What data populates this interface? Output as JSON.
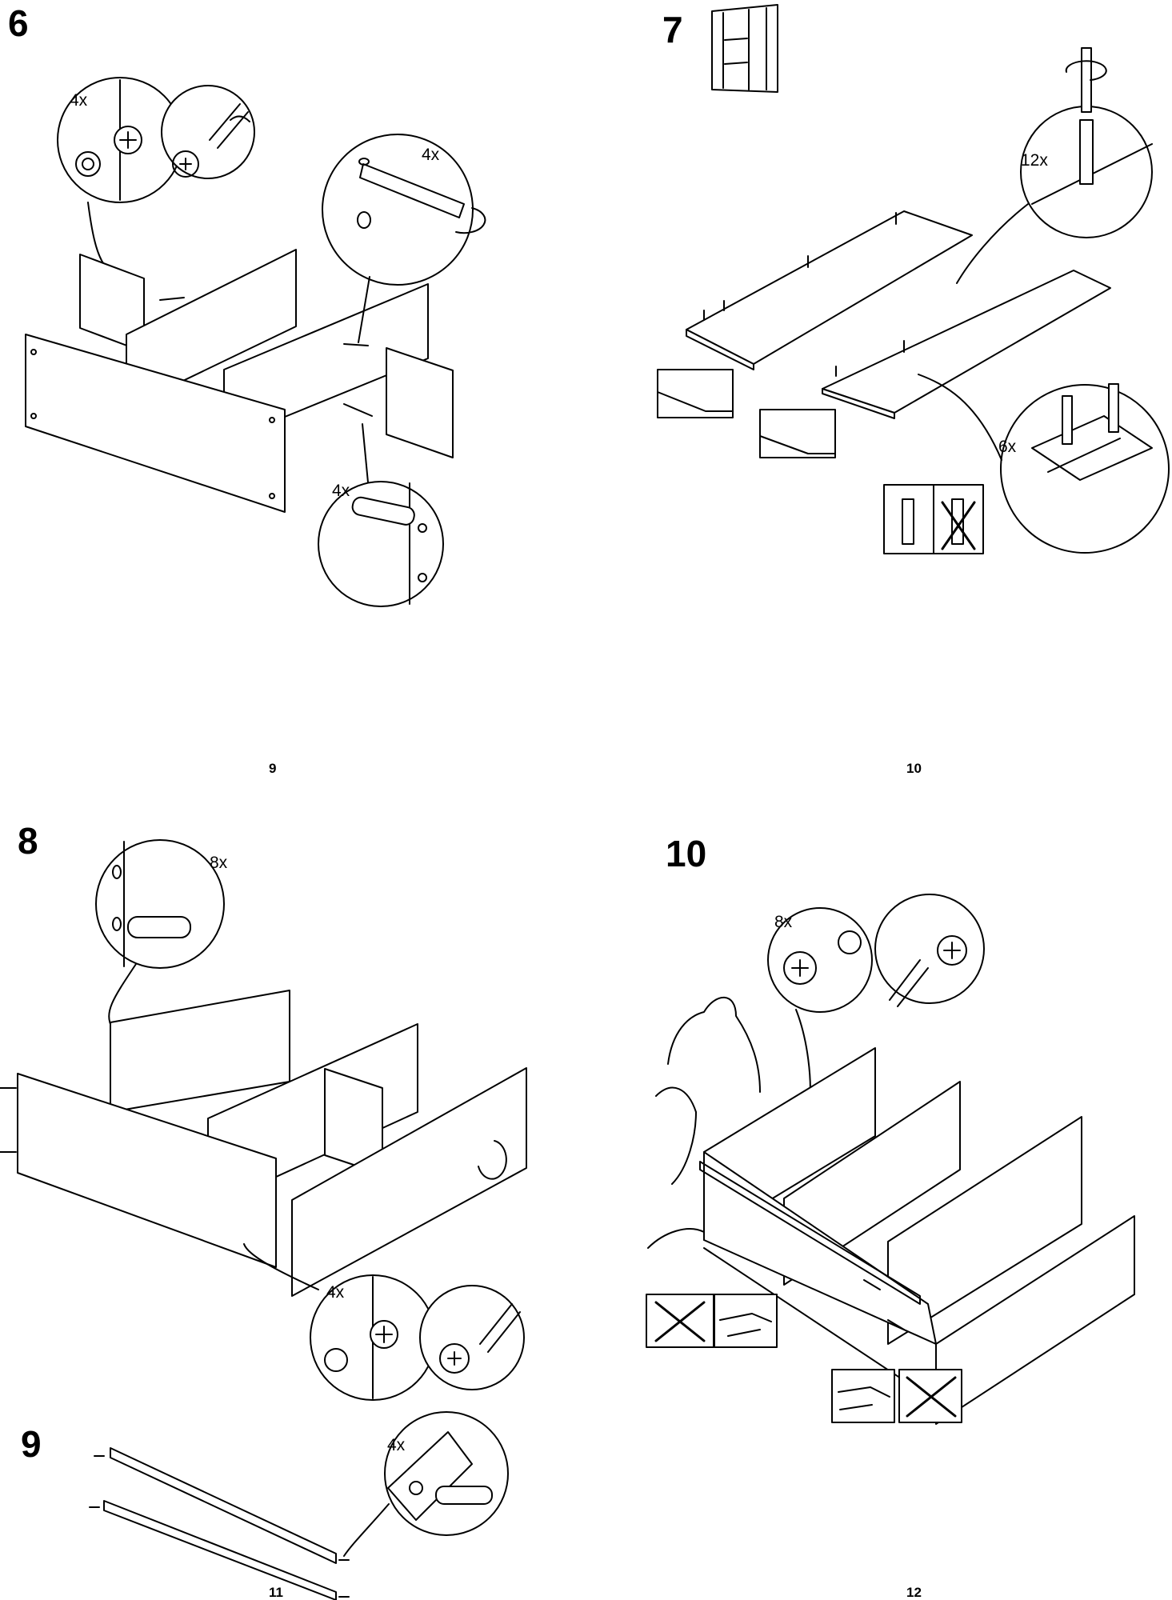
{
  "pages": {
    "top_left": {
      "step": "6",
      "page_number": "9"
    },
    "top_right": {
      "step": "7",
      "page_number": "10"
    },
    "bottom_left": {
      "step": "8",
      "step_2": "9",
      "page_number": "11"
    },
    "bottom_right": {
      "step": "10",
      "page_number": "12"
    }
  },
  "quantities": {
    "s6_cam_lock": "4x",
    "s6_cam_screw": "4x",
    "s6_dowel": "4x",
    "s7_cam_screw": "12x",
    "s7_hinge_plate": "6x",
    "s8_dowel": "8x",
    "s8_cam_lock": "4x",
    "s9_dowel": "4x",
    "s10_cam_lock": "8x"
  },
  "icons": {
    "cam_lock": "cam-lock-icon",
    "screwdriver": "screwdriver-icon",
    "dowel": "wooden-dowel-icon",
    "screw": "screw-icon",
    "wrong": "cross-mark-icon",
    "rotate": "rotate-arrow-icon"
  },
  "colors": {
    "ink": "#000000",
    "paper": "#ffffff",
    "panel_fill": "#ffffff"
  }
}
